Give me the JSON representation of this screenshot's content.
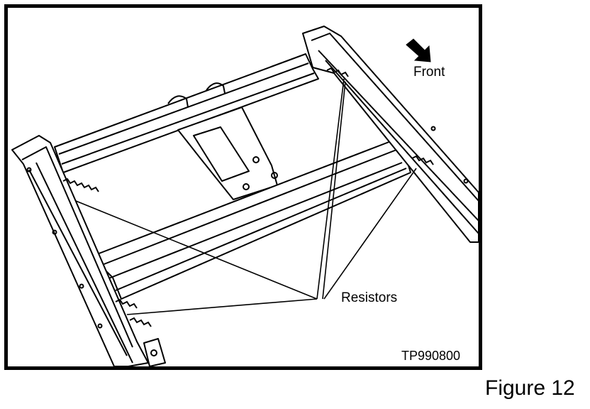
{
  "figure": {
    "front_label": "Front",
    "resistors_label": "Resistors",
    "code": "TP990800",
    "caption": "Figure 12"
  }
}
